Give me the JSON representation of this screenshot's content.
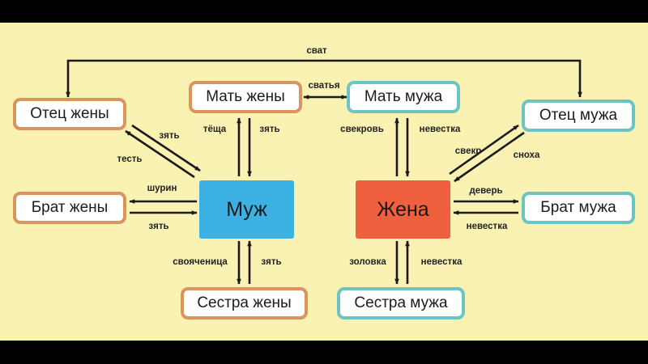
{
  "colors": {
    "background": "#faf2b2",
    "wife_side_border": "#d9955d",
    "husband_side_border": "#6cc4c4",
    "husband_fill": "#3db1e4",
    "wife_fill": "#f0603f",
    "arrow": "#1a1a1a"
  },
  "nodes": {
    "husband": "Муж",
    "wife": "Жена",
    "wifes_father": "Отец жены",
    "wifes_mother": "Мать жены",
    "husbands_mother": "Мать мужа",
    "husbands_father": "Отец мужа",
    "wifes_brother": "Брат жены",
    "husbands_brother": "Брат мужа",
    "wifes_sister": "Сестра жены",
    "husbands_sister": "Сестра мужа"
  },
  "labels": {
    "svat": "сват",
    "svatya": "сватья",
    "zyat_to_wifes_father": "зять",
    "test": "тесть",
    "tyoshcha": "тёща",
    "zyat_to_wifes_mother": "зять",
    "shurin": "шурин",
    "zyat_to_wifes_brother": "зять",
    "svoyachnitsa": "свояченица",
    "zyat_to_wifes_sister": "зять",
    "svekrov": "свекровь",
    "nevestka_to_husbands_mother": "невестка",
    "svekr": "свекр",
    "snokha": "сноха",
    "dever": "деверь",
    "nevestka_to_husbands_brother": "невестка",
    "zolovka": "золовка",
    "nevestka_to_husbands_sister": "невестка"
  }
}
